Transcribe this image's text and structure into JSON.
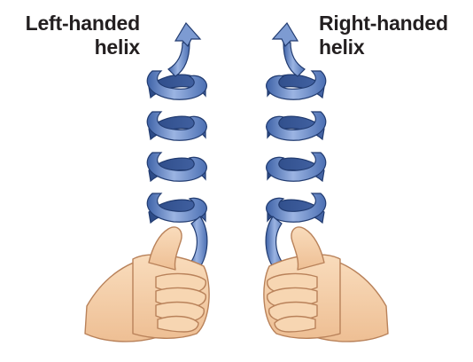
{
  "labels": {
    "left_line1": "Left-handed",
    "left_line2": "helix",
    "right_line1": "Right-handed",
    "right_line2": "helix"
  },
  "colors": {
    "ribbon_front": "#5b7fc0",
    "ribbon_light": "#a9bfe6",
    "ribbon_back": "#34528f",
    "ribbon_outline": "#213b70",
    "skin": "#f6d2ad",
    "skin_shadow": "#d9a57b",
    "skin_outline": "#b9825a"
  },
  "icons": {
    "left_helix": "left-handed-helix-icon",
    "right_helix": "right-handed-helix-icon",
    "left_hand": "left-thumb-up-hand-icon",
    "right_hand": "right-thumb-up-hand-icon"
  }
}
